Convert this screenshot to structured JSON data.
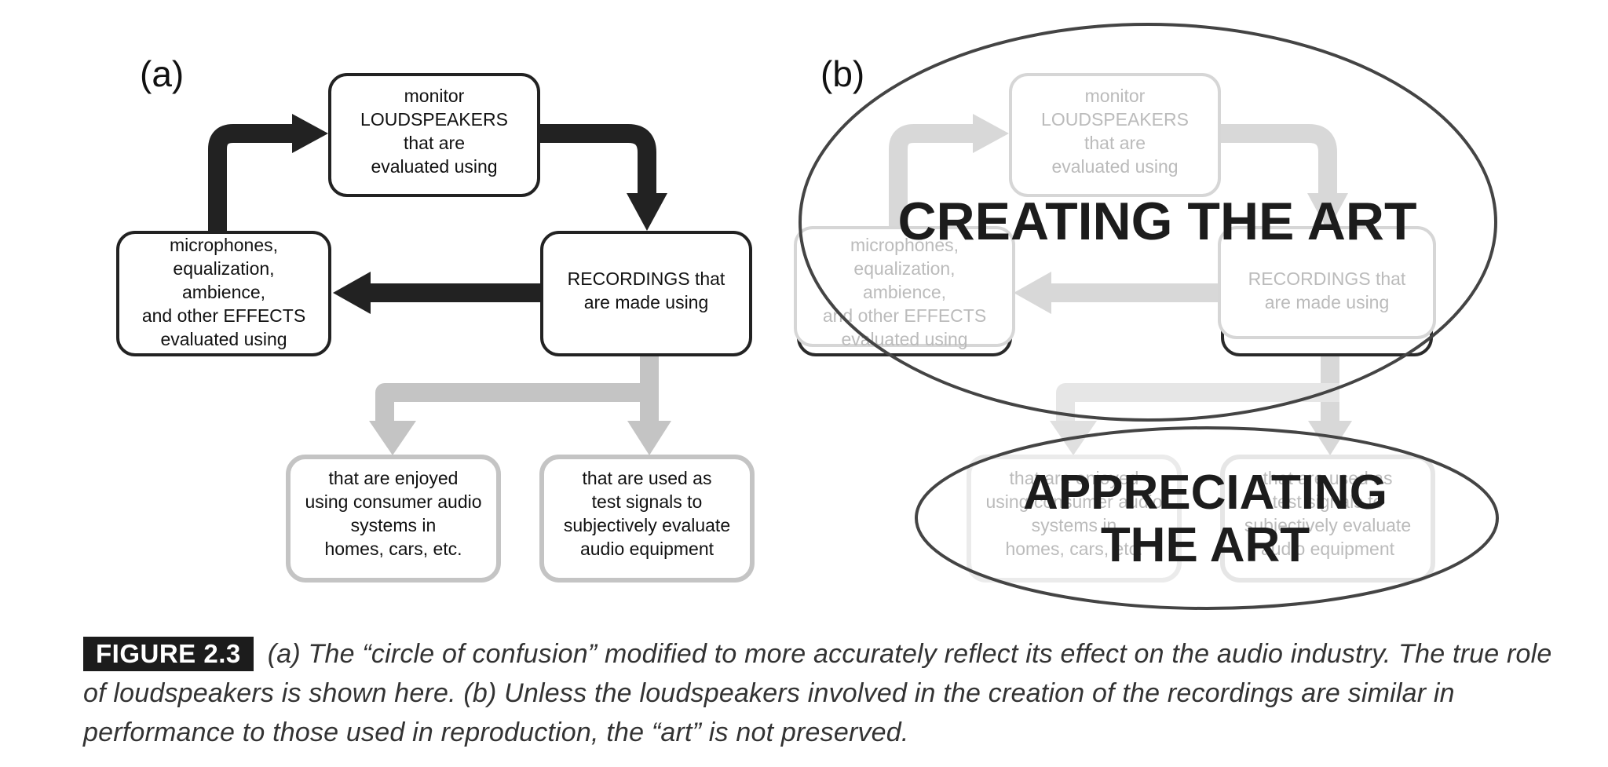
{
  "panels": {
    "a": {
      "label": "(a)",
      "boxes": {
        "monitor": [
          "monitor",
          "LOUDSPEAKERS",
          "that are",
          "evaluated using"
        ],
        "recordings": [
          "RECORDINGS that",
          "are made using"
        ],
        "effects": [
          "microphones,",
          "equalization,",
          "ambience,",
          "and other EFFECTS",
          "evaluated using"
        ],
        "enjoyed": [
          "that are enjoyed",
          "using consumer audio",
          "systems in",
          "homes, cars, etc."
        ],
        "test": [
          "that are used as",
          "test signals to",
          "subjectively evaluate",
          "audio equipment"
        ]
      }
    },
    "b": {
      "label": "(b)",
      "ellipses": {
        "creating": [
          "CREATING THE ART"
        ],
        "appreciating": [
          "APPRECIATING",
          "THE ART"
        ]
      }
    }
  },
  "caption": {
    "figure_label": "FIGURE 2.3",
    "text": "(a) The “circle of confusion” modified to more accurately reflect its effect on the audio industry. The true role of loudspeakers is shown here. (b) Unless the loudspeakers involved in the creation of the recordings are similar in performance to those used in reproduction, the “art” is not preserved."
  },
  "colors": {
    "dark": "#222222",
    "light": "#c4c4c4",
    "faded_box": "#d6d6d6",
    "faded_text": "#bbbbbb"
  }
}
